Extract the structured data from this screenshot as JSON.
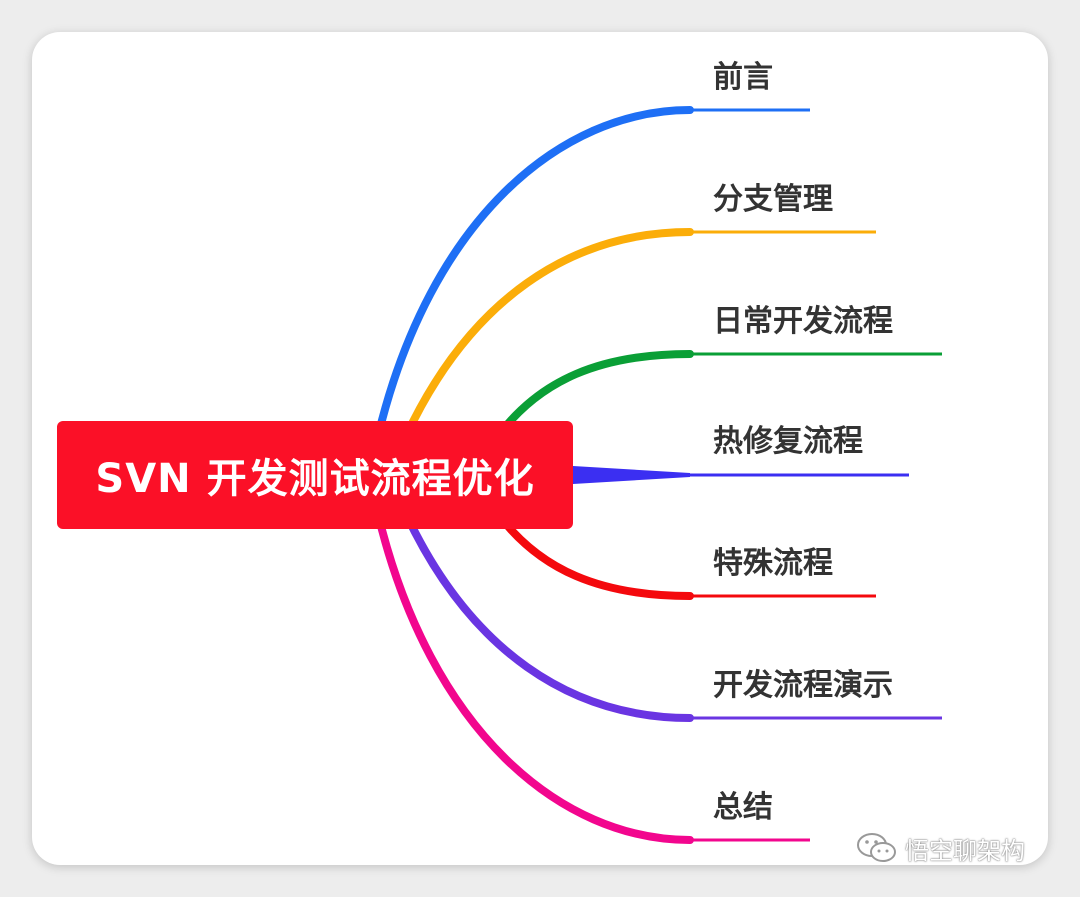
{
  "central_topic": {
    "label": "SVN 开发测试流程优化",
    "color": "#fb1027"
  },
  "branches": [
    {
      "label": "前言",
      "color": "#1e6ff5"
    },
    {
      "label": "分支管理",
      "color": "#fbad09"
    },
    {
      "label": "日常开发流程",
      "color": "#0a9f36"
    },
    {
      "label": "热修复流程",
      "color": "#3b2ff2"
    },
    {
      "label": "特殊流程",
      "color": "#f4090d"
    },
    {
      "label": "开发流程演示",
      "color": "#6a35e2"
    },
    {
      "label": "总结",
      "color": "#f2068e"
    }
  ],
  "watermark": {
    "text": "悟空聊架构",
    "icon": "wechat-icon"
  }
}
